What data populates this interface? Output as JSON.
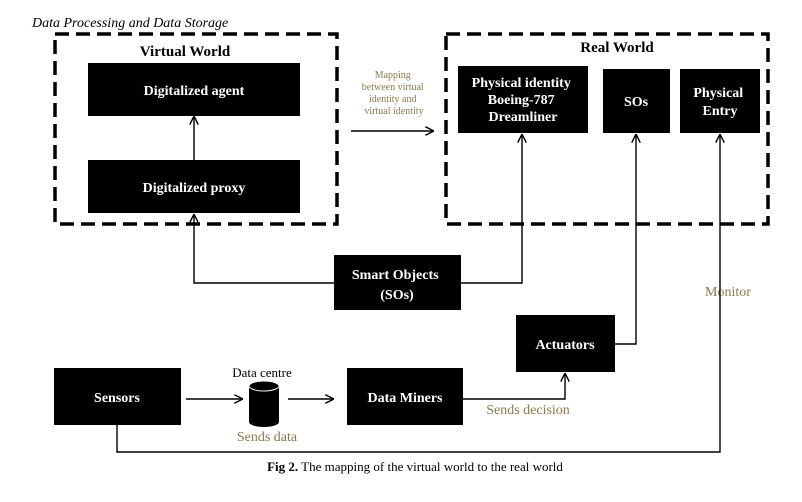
{
  "header_title": "Data Processing and Data Storage",
  "virtual_world": {
    "title": "Virtual World",
    "agent": "Digitalized agent",
    "proxy": "Digitalized proxy"
  },
  "real_world": {
    "title": "Real World",
    "identity": [
      "Physical identity",
      "Boeing-787",
      "Dreamliner"
    ],
    "sos": "SOs",
    "entry": [
      "Physical",
      "Entry"
    ]
  },
  "mapping_label": [
    "Mapping",
    "between virtual",
    "identity and",
    "virtual identity"
  ],
  "smart_objects": [
    "Smart Objects",
    "(SOs)"
  ],
  "actuators": "Actuators",
  "sensors": "Sensors",
  "data_centre": "Data centre",
  "data_miners": "Data Miners",
  "sends_data": "Sends data",
  "sends_decision": "Sends decision",
  "monitor": "Monitor",
  "caption": {
    "prefix": "Fig 2.",
    "text": " The mapping of the virtual world to the real world"
  },
  "colors": {
    "box": "#000000",
    "box_text": "#ffffff",
    "annotation": "#8a7a4c"
  }
}
